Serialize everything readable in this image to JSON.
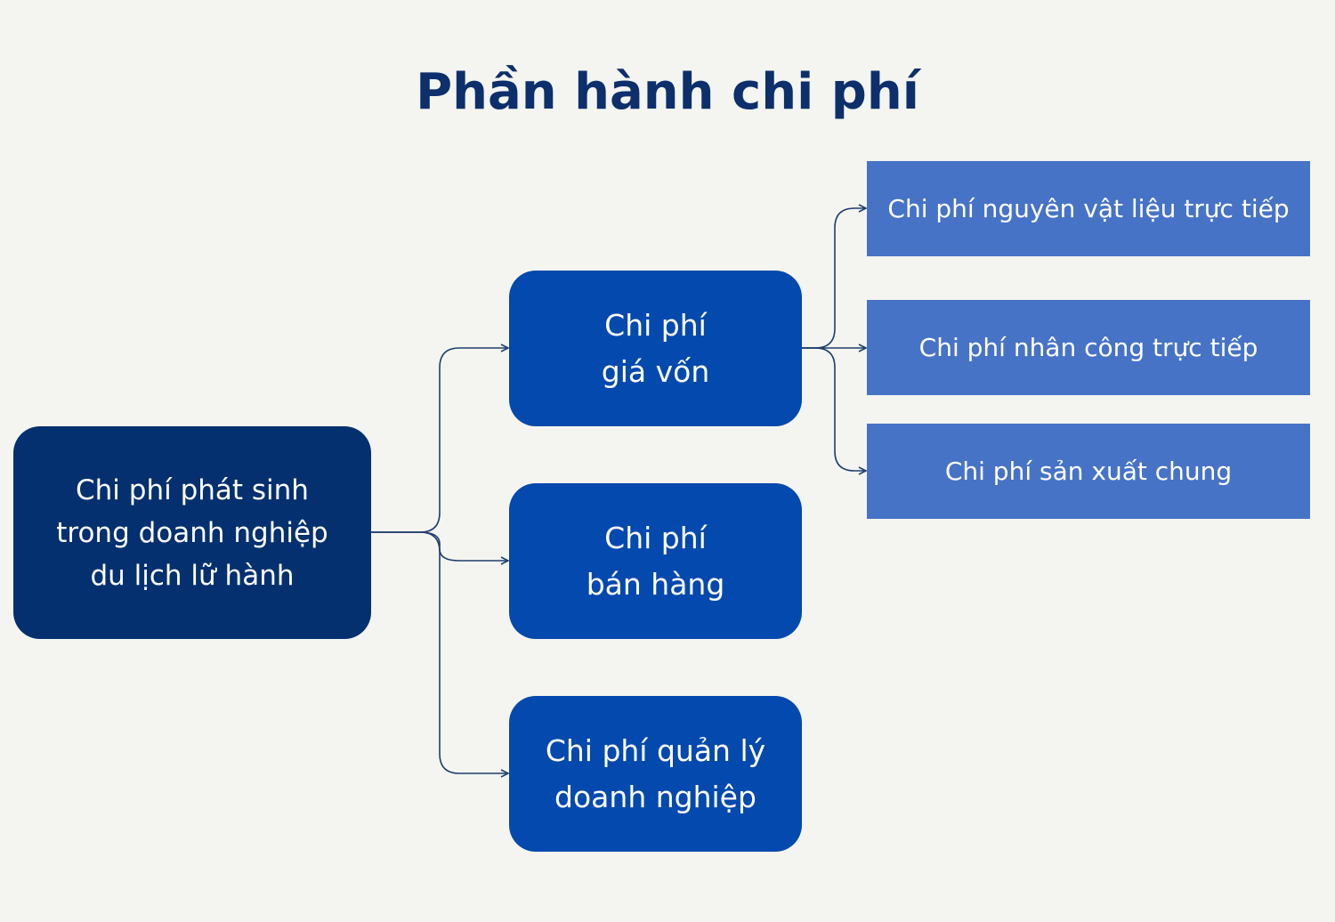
{
  "title": "Phần hành chi phí",
  "colors": {
    "background": "#f4f5f0",
    "title": "#0d2f6b",
    "root_box": "#04306f",
    "mid_box": "#0449ad",
    "leaf_box": "#4773c7",
    "connector": "#1f3f6e"
  },
  "root": {
    "lines": [
      "Chi phí phát sinh",
      "trong doanh nghiệp",
      "du lịch lữ hành"
    ]
  },
  "categories": [
    {
      "lines": [
        "Chi phí",
        "giá vốn"
      ]
    },
    {
      "lines": [
        "Chi phí",
        "bán hàng"
      ]
    },
    {
      "lines": [
        "Chi phí quản lý",
        "doanh nghiệp"
      ]
    }
  ],
  "cost_of_goods_items": [
    "Chi phí nguyên vật liệu trực tiếp",
    "Chi phí nhân công trực tiếp",
    "Chi phí sản xuất chung"
  ]
}
